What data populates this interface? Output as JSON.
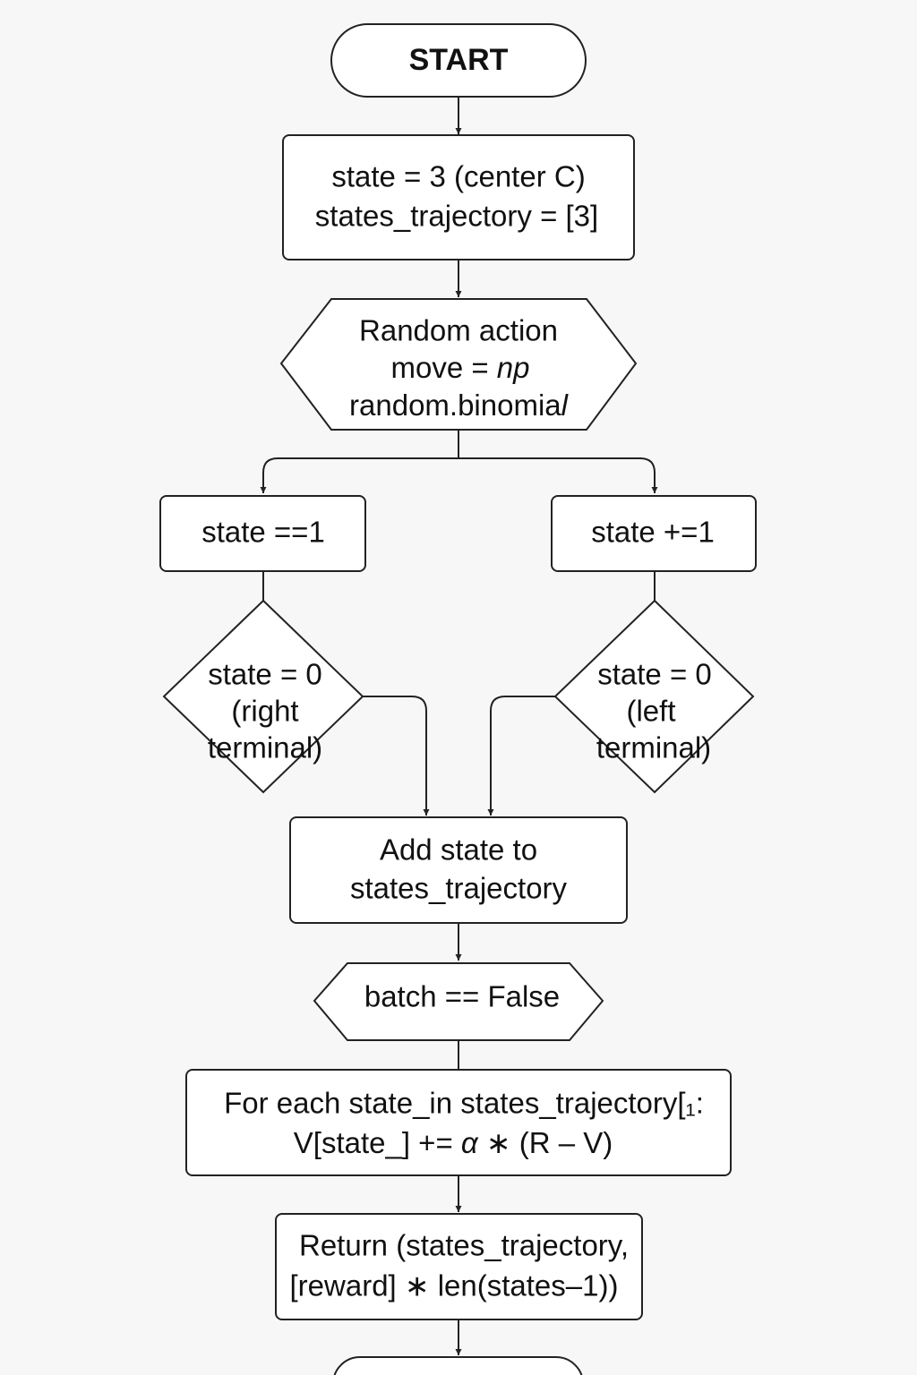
{
  "nodes": {
    "start": {
      "label": "START"
    },
    "init": {
      "line1": "state = 3 (center C)",
      "line2": "states_trajectory = [3]"
    },
    "random_action": {
      "line1": "Random action",
      "line2_prefix": "move = ",
      "line2_italic": "np",
      "line3_prefix": "random.binomia",
      "line3_italic": "l"
    },
    "left_step": {
      "label": "state ==1"
    },
    "right_step": {
      "label": "state +=1"
    },
    "left_check": {
      "line1": "state = 0",
      "line2": "(right",
      "line3": "terminal)"
    },
    "right_check": {
      "line1": "state = 0",
      "line2": "(left",
      "line3": "terminal)"
    },
    "add_state": {
      "line1": "Add state to",
      "line2": "states_trajectory"
    },
    "batch_check": {
      "label": "batch == False"
    },
    "update": {
      "line1": "For each state_in states_trajectory[₁:",
      "line2_a": "V[state_] += ",
      "line2_alpha": "α",
      "line2_b": " ∗ (R – V)"
    },
    "return": {
      "line1": "Return (states_trajectory,",
      "line2": "[reward] ∗ len(states–1))"
    }
  },
  "colors": {
    "stroke": "#222222",
    "fill": "#ffffff",
    "background": "#f7f7f7"
  }
}
